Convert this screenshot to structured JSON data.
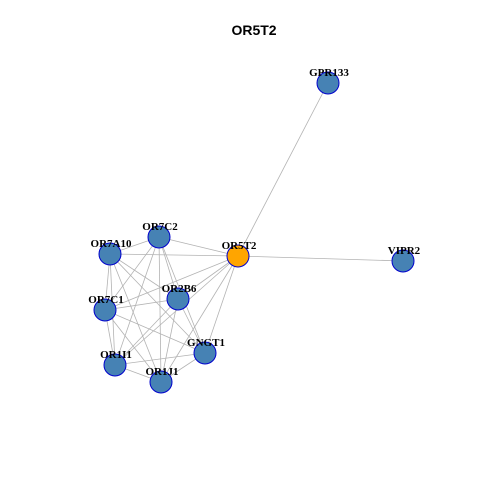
{
  "title": "OR5T2",
  "colors": {
    "node_fill": "#4682B4",
    "node_stroke": "#0000CD",
    "highlight_fill": "#FFA500",
    "edge": "#B3B3B3"
  },
  "nodes": [
    {
      "id": "GPR133",
      "label": "GPR133",
      "highlight": false
    },
    {
      "id": "OR5T2",
      "label": "OR5T2",
      "highlight": true
    },
    {
      "id": "VIPR2",
      "label": "VIPR2",
      "highlight": false
    },
    {
      "id": "OR7C2",
      "label": "OR7C2",
      "highlight": false
    },
    {
      "id": "OR7A10",
      "label": "OR7A10",
      "highlight": false
    },
    {
      "id": "OR2B6",
      "label": "OR2B6",
      "highlight": false
    },
    {
      "id": "OR7C1",
      "label": "OR7C1",
      "highlight": false
    },
    {
      "id": "GNGT1",
      "label": "GNGT1",
      "highlight": false
    },
    {
      "id": "OR1I1",
      "label": "OR1I1",
      "highlight": false
    },
    {
      "id": "OR1J1",
      "label": "OR1J1",
      "highlight": false
    }
  ],
  "edges": [
    [
      "OR5T2",
      "GPR133"
    ],
    [
      "OR5T2",
      "VIPR2"
    ],
    [
      "OR5T2",
      "OR7C2"
    ],
    [
      "OR5T2",
      "OR7A10"
    ],
    [
      "OR5T2",
      "OR2B6"
    ],
    [
      "OR5T2",
      "OR7C1"
    ],
    [
      "OR5T2",
      "GNGT1"
    ],
    [
      "OR5T2",
      "OR1I1"
    ],
    [
      "OR5T2",
      "OR1J1"
    ],
    [
      "OR7C2",
      "OR7A10"
    ],
    [
      "OR7C2",
      "OR2B6"
    ],
    [
      "OR7C2",
      "OR7C1"
    ],
    [
      "OR7C2",
      "GNGT1"
    ],
    [
      "OR7C2",
      "OR1I1"
    ],
    [
      "OR7C2",
      "OR1J1"
    ],
    [
      "OR7A10",
      "OR2B6"
    ],
    [
      "OR7A10",
      "OR7C1"
    ],
    [
      "OR7A10",
      "GNGT1"
    ],
    [
      "OR7A10",
      "OR1I1"
    ],
    [
      "OR7A10",
      "OR1J1"
    ],
    [
      "OR2B6",
      "OR7C1"
    ],
    [
      "OR2B6",
      "GNGT1"
    ],
    [
      "OR2B6",
      "OR1I1"
    ],
    [
      "OR2B6",
      "OR1J1"
    ],
    [
      "OR7C1",
      "GNGT1"
    ],
    [
      "OR7C1",
      "OR1I1"
    ],
    [
      "OR7C1",
      "OR1J1"
    ],
    [
      "GNGT1",
      "OR1I1"
    ],
    [
      "GNGT1",
      "OR1J1"
    ],
    [
      "OR1I1",
      "OR1J1"
    ]
  ]
}
